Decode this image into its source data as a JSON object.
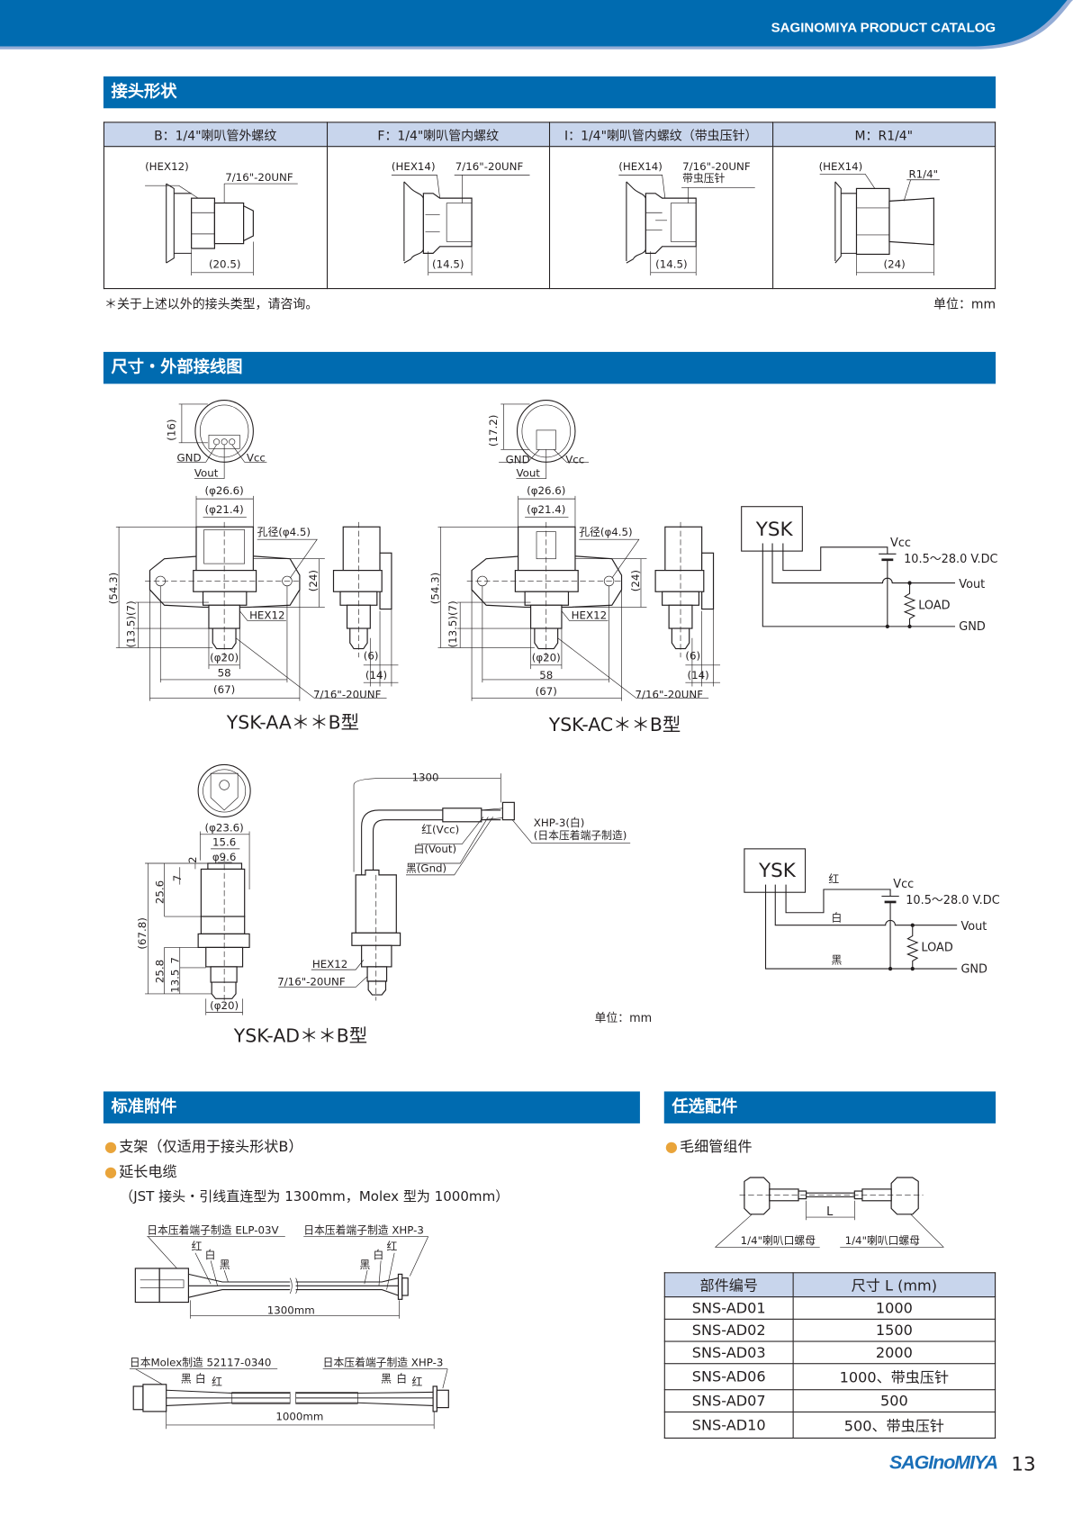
{
  "header": {
    "catalog_title": "SAGINOMIYA PRODUCT CATALOG"
  },
  "sections": {
    "connector": "接头形状",
    "dimensions": "尺寸・外部接线图",
    "standard_accessories": "标准附件",
    "options": "任选配件"
  },
  "connector_table": {
    "headers": [
      "B：1/4\"喇叭管外螺纹",
      "F：1/4\"喇叭管内螺纹",
      "I：1/4\"喇叭管内螺纹（带虫压针）",
      "M：R1/4\""
    ],
    "b": {
      "hex": "(HEX12)",
      "thread": "7/16\"-20UNF",
      "dim": "(20.5)"
    },
    "f": {
      "hex": "(HEX14)",
      "thread": "7/16\"-20UNF",
      "dim": "(14.5)"
    },
    "i": {
      "hex": "(HEX14)",
      "thread": "7/16\"-20UNF",
      "note": "带虫压针",
      "dim": "(14.5)"
    },
    "m": {
      "hex": "(HEX14)",
      "thread": "R1/4\"",
      "dim": "(24)"
    },
    "note": "＊关于上述以外的接头类型，请咨询。",
    "unit": "单位：mm"
  },
  "aa": {
    "d16": "(16)",
    "gnd": "GND",
    "vout": "Vout",
    "vcc": "Vcc",
    "d266": "(φ26.6)",
    "d214": "(φ21.4)",
    "hole": "孔径(φ4.5)",
    "d24": "(24)",
    "d543": "(54.3)",
    "d135_7": "(13.5)(7)",
    "hex": "HEX12",
    "d20": "(φ20)",
    "d58": "58",
    "d67": "(67)",
    "thread": "7/16\"-20UNF",
    "d6": "(6)",
    "d14": "(14)",
    "title": "YSK-AA＊＊B型"
  },
  "ac": {
    "d172": "(17.2)",
    "gnd": "GND",
    "vout": "Vout",
    "vcc": "Vcc",
    "d266": "(φ26.6)",
    "d214": "(φ21.4)",
    "hole": "孔径(φ4.5)",
    "d24": "(24)",
    "d543": "(54.3)",
    "d135_7": "(13.5)(7)",
    "hex": "HEX12",
    "d20": "(φ20)",
    "d58": "58",
    "d67": "(67)",
    "thread": "7/16\"-20UNF",
    "d6": "(6)",
    "d14": "(14)",
    "title": "YSK-AC＊＊B型"
  },
  "ad": {
    "d236": "(φ23.6)",
    "d156": "15.6",
    "d96": "φ9.6",
    "d2": "2",
    "d7a": "7",
    "d256": "25.6",
    "d678": "(67.8)",
    "d258": "25.8",
    "d7b": "7",
    "d135": "13.5",
    "d20": "(φ20)",
    "title": "YSK-AD＊＊B型",
    "cable_len": "1300",
    "red": "红(Vcc)",
    "white": "白(Vout)",
    "black": "黑(Gnd)",
    "conn1": "XHP-3(白)",
    "conn2": "(日本压着端子制造)",
    "hex": "HEX12",
    "thread": "7/16\"-20UNF",
    "unit": "单位：mm"
  },
  "wiring1": {
    "box": "YSK",
    "vcc": "Vcc",
    "voltage": "10.5～28.0 V.DC",
    "vout": "Vout",
    "load": "LOAD",
    "gnd": "GND"
  },
  "wiring2": {
    "box": "YSK",
    "red": "红",
    "white": "白",
    "black": "黑",
    "vcc": "Vcc",
    "voltage": "10.5～28.0 V.DC",
    "vout": "Vout",
    "load": "LOAD",
    "gnd": "GND"
  },
  "accessories": {
    "item1": "支架（仅适用于接头形状B）",
    "item2": "延长电缆",
    "item2_note": "（JST 接头・引线直连型为 1300mm，Molex 型为 1000mm）",
    "cable1": {
      "left": "日本压着端子制造 ELP-03V",
      "right": "日本压着端子制造 XHP-3",
      "red": "红",
      "white": "白",
      "black": "黑",
      "length": "1300mm"
    },
    "cable2": {
      "left": "日本Molex制造 52117-0340",
      "right": "日本压着端子制造 XHP-3",
      "red": "红",
      "white": "白",
      "black": "黑",
      "length": "1000mm"
    }
  },
  "options": {
    "item1": "毛细管组件",
    "nut_left": "1/4\"喇叭口螺母",
    "nut_right": "1/4\"喇叭口螺母",
    "l_label": "L",
    "table": {
      "headers": [
        "部件编号",
        "尺寸 L (mm)"
      ],
      "rows": [
        [
          "SNS-AD01",
          "1000"
        ],
        [
          "SNS-AD02",
          "1500"
        ],
        [
          "SNS-AD03",
          "2000"
        ],
        [
          "SNS-AD06",
          "1000、带虫压针"
        ],
        [
          "SNS-AD07",
          "500"
        ],
        [
          "SNS-AD10",
          "500、带虫压针"
        ]
      ]
    }
  },
  "footer": {
    "logo": "SAGInoMIYA",
    "page_number": "13"
  },
  "colors": {
    "brand_blue": "#006bb0",
    "table_header": "#c8d5ec",
    "bullet": "#e9a43a"
  }
}
